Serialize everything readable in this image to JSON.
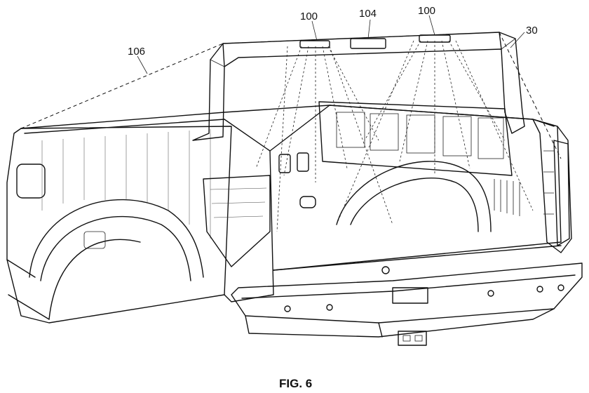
{
  "figure": {
    "caption": "FIG. 6",
    "reference_numerals": {
      "light_left": "100",
      "light_right": "100",
      "center_module": "104",
      "truck_bed": "30",
      "light_field": "106"
    }
  }
}
